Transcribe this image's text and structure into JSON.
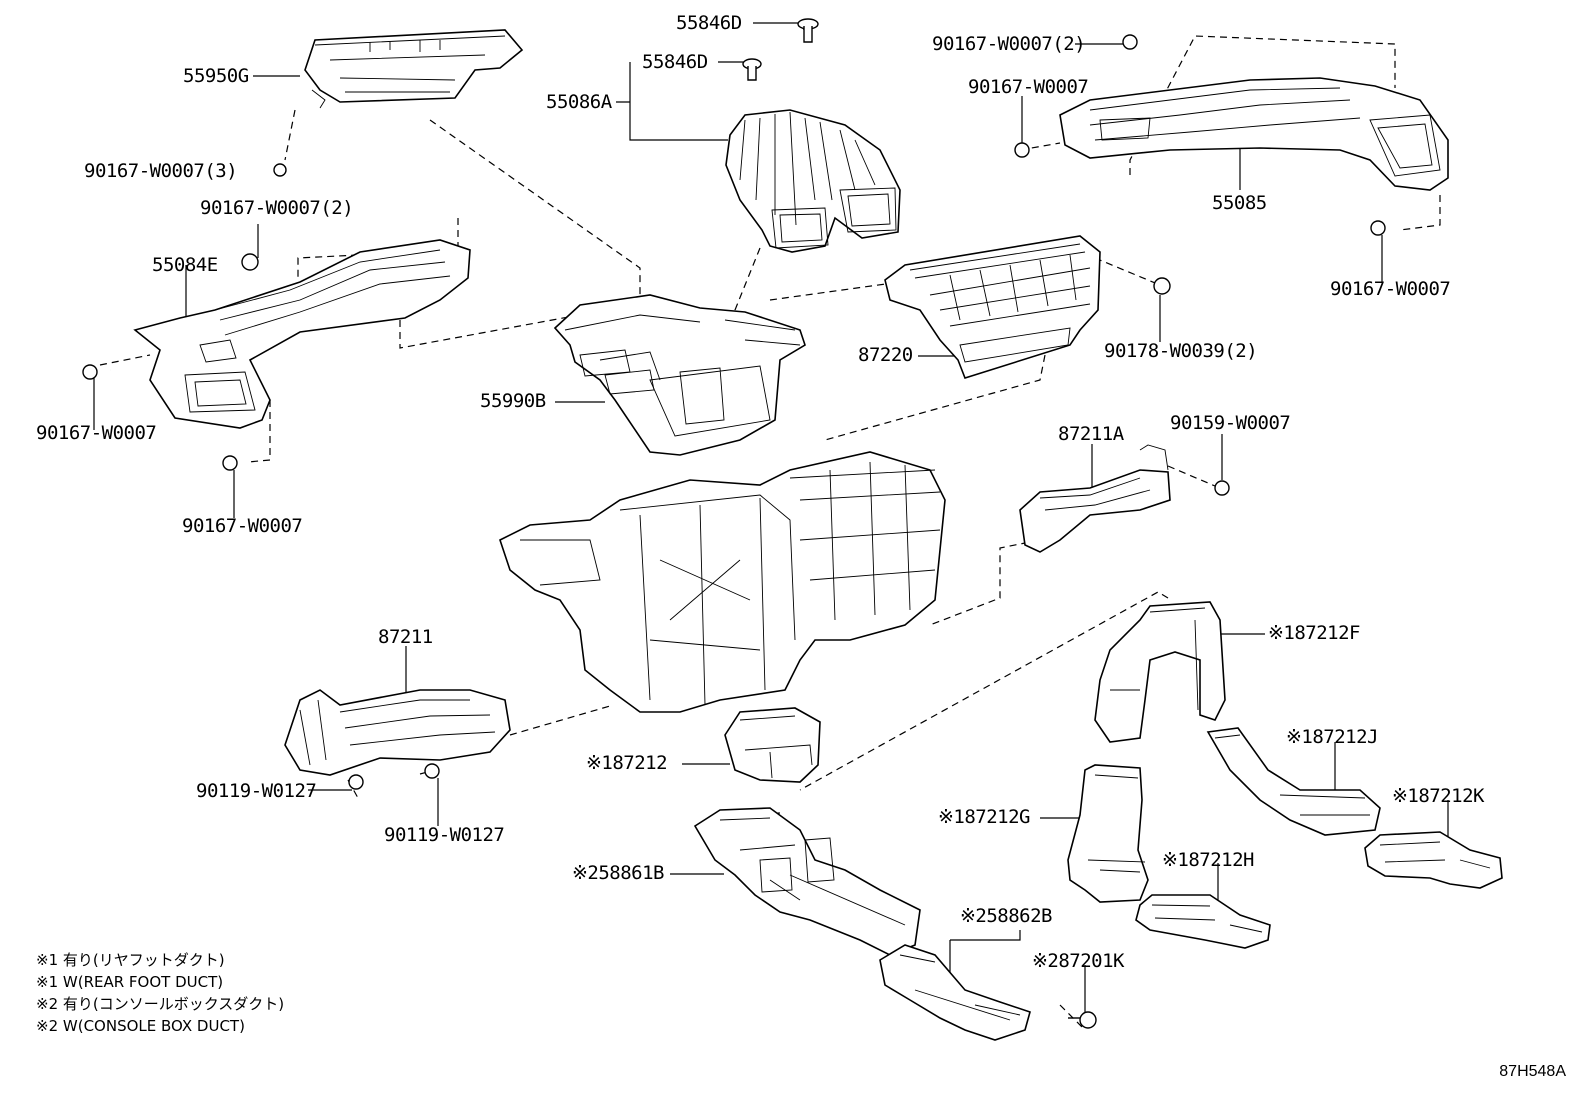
{
  "labels": {
    "p55846d_top": "55846D",
    "p55846d": "55846D",
    "p55086a": "55086A",
    "p55950g": "55950G",
    "p90167_w0007_3": "90167-W0007(3)",
    "p90167_w0007_2_left": "90167-W0007(2)",
    "p55084e": "55084E",
    "p90167_w0007_a": "90167-W0007",
    "p90167_w0007_b": "90167-W0007",
    "p90167_w0007_2_right": "90167-W0007(2)",
    "p90167_w0007_c": "90167-W0007",
    "p55085": "55085",
    "p90167_w0007_d": "90167-W0007",
    "p87220": "87220",
    "p90178_w0039_2": "90178-W0039(2)",
    "p55990b": "55990B",
    "p87211a": "87211A",
    "p90159_w0007": "90159-W0007",
    "p87211": "87211",
    "p90119_w0127_a": "90119-W0127",
    "p90119_w0127_b": "90119-W0127",
    "p87212": "※187212",
    "p87212f": "※187212F",
    "p87212j": "※187212J",
    "p87212k": "※187212K",
    "p87212g": "※187212G",
    "p87212h": "※187212H",
    "p58861b": "※258861B",
    "p58862b": "※258862B",
    "p87201k": "※287201K"
  },
  "notes": [
    "※1 有り(リヤフットダクト)",
    "※1 W(REAR FOOT DUCT)",
    "※2 有り(コンソールボックスダクト)",
    "※2 W(CONSOLE BOX DUCT)"
  ],
  "diagram_id": "87H548A"
}
